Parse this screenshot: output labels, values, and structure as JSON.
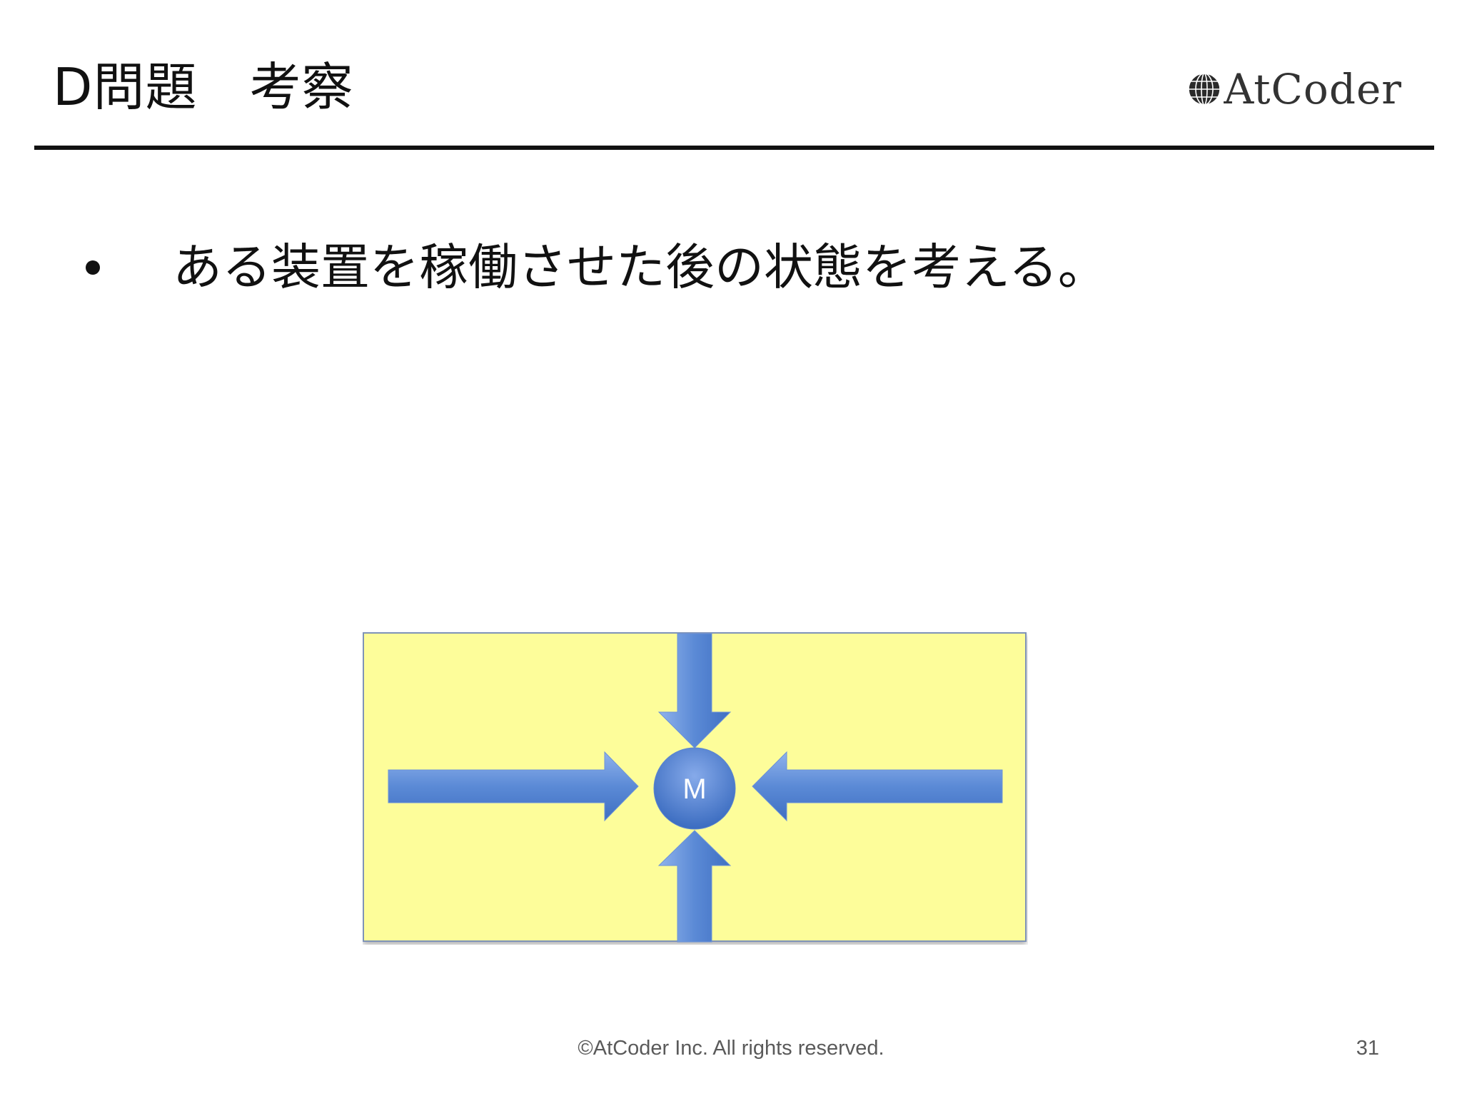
{
  "slide": {
    "title": "D問題　考察",
    "logo_text": "AtCoder",
    "logo_icon": "globe-icon",
    "bullet_text": "ある装置を稼働させた後の状態を考える。"
  },
  "diagram": {
    "center_label": "M",
    "arrows": [
      "from-left",
      "from-right",
      "from-top",
      "from-bottom"
    ],
    "colors": {
      "field_fill": "#fdfd9a",
      "field_border": "#7f93b8",
      "arrow_fill": "#5b8ad6",
      "circle_fill": "#4a7ccf",
      "label": "#ffffff"
    }
  },
  "footer": {
    "copyright": "©AtCoder Inc. All rights reserved.",
    "page_number": "31"
  }
}
